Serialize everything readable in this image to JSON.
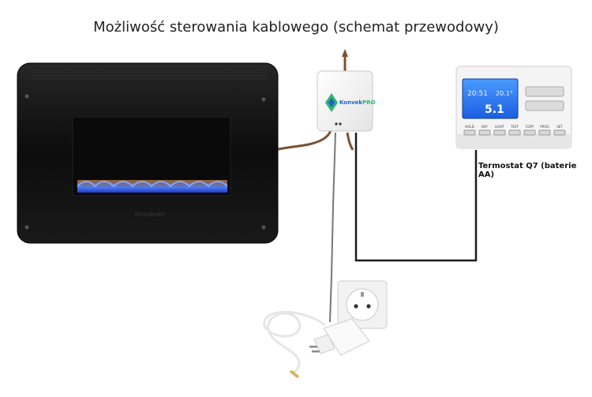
{
  "title": "Możliwość sterowania kablowego (schemat przewodowy)",
  "heater": {
    "brand": "hosseven"
  },
  "controller": {
    "brand_prefix": "Konvek",
    "brand_suffix": "PRO"
  },
  "thermostat": {
    "caption": "Termostat Q7 (baterie AA)",
    "display_time": "20:51",
    "display_sub": "20.1°",
    "display_temp": "5.1",
    "buttons": [
      "HOLD",
      "DAY",
      "LIGHT",
      "TEST",
      "COPY",
      "PROG",
      "SET"
    ]
  },
  "colors": {
    "heater_body": "#151515",
    "flame": "#3a6cff",
    "wire_brown": "#7a5232",
    "wire_black": "#222222",
    "lcd": "#2a78ff"
  }
}
